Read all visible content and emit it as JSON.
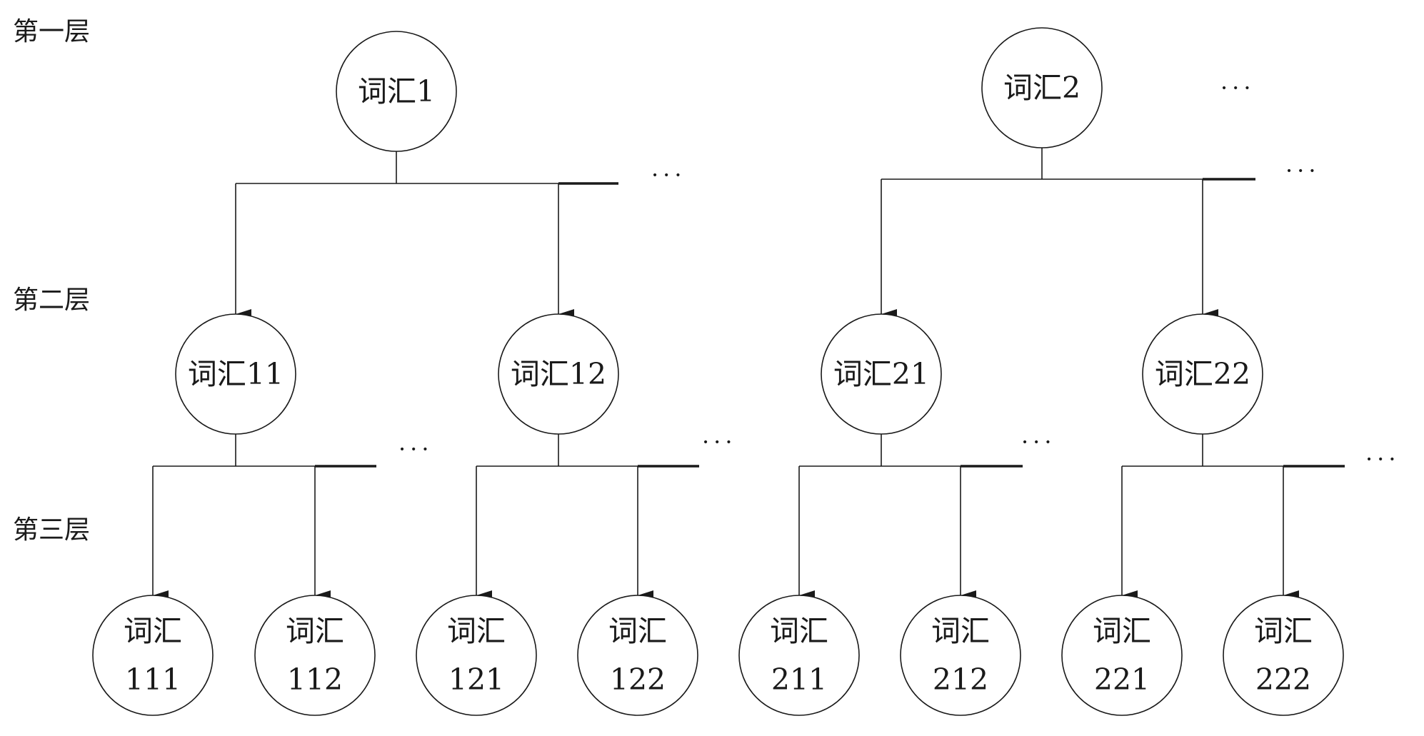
{
  "layers": [
    "第一层",
    "第二层",
    "第三层"
  ],
  "nodes": {
    "n1": {
      "lines": [
        "词汇1"
      ]
    },
    "n2": {
      "lines": [
        "词汇2"
      ]
    },
    "n11": {
      "lines": [
        "词汇11"
      ]
    },
    "n12": {
      "lines": [
        "词汇12"
      ]
    },
    "n21": {
      "lines": [
        "词汇21"
      ]
    },
    "n22": {
      "lines": [
        "词汇22"
      ]
    },
    "n111": {
      "lines": [
        "词汇",
        "111"
      ]
    },
    "n112": {
      "lines": [
        "词汇",
        "112"
      ]
    },
    "n121": {
      "lines": [
        "词汇",
        "121"
      ]
    },
    "n122": {
      "lines": [
        "词汇",
        "122"
      ]
    },
    "n211": {
      "lines": [
        "词汇",
        "211"
      ]
    },
    "n212": {
      "lines": [
        "词汇",
        "212"
      ]
    },
    "n221": {
      "lines": [
        "词汇",
        "221"
      ]
    },
    "n222": {
      "lines": [
        "词汇",
        "222"
      ]
    }
  },
  "edges": [
    [
      "n1",
      "n11"
    ],
    [
      "n1",
      "n12"
    ],
    [
      "n2",
      "n21"
    ],
    [
      "n2",
      "n22"
    ],
    [
      "n11",
      "n111"
    ],
    [
      "n11",
      "n112"
    ],
    [
      "n12",
      "n121"
    ],
    [
      "n12",
      "n122"
    ],
    [
      "n21",
      "n211"
    ],
    [
      "n21",
      "n212"
    ],
    [
      "n22",
      "n221"
    ],
    [
      "n22",
      "n222"
    ]
  ],
  "ellipsis": "···"
}
